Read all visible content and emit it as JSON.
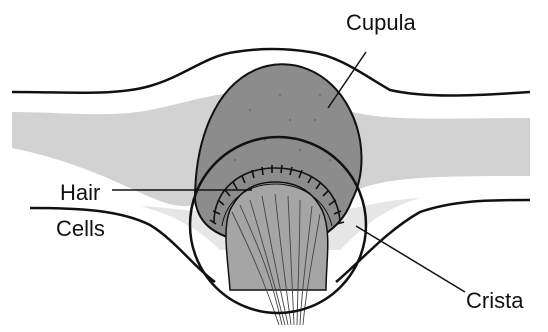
{
  "labels": {
    "cupula": "Cupula",
    "hair_cells_line1": "Hair",
    "hair_cells_line2": "Cells",
    "crista": "Crista"
  },
  "colors": {
    "canal_fill": "#d2d2d2",
    "cupula_fill": "#8c8c8c",
    "crista_fill": "#a5a5a5",
    "outline": "#111111"
  }
}
